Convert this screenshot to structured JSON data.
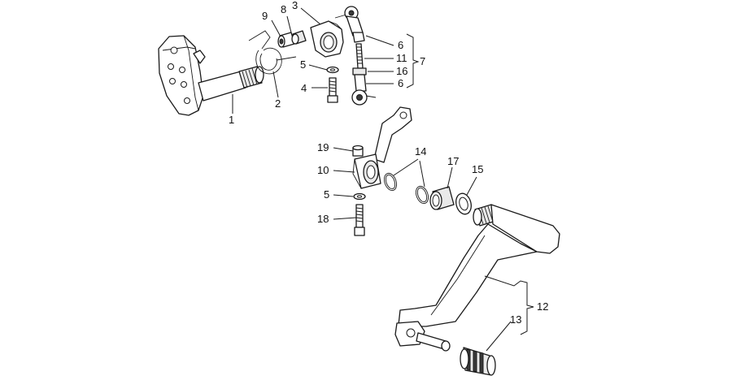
{
  "callouts": [
    {
      "id": "c1",
      "text": "1"
    },
    {
      "id": "c2",
      "text": "2"
    },
    {
      "id": "c3",
      "text": "3"
    },
    {
      "id": "c4",
      "text": "4"
    },
    {
      "id": "c5a",
      "text": "5"
    },
    {
      "id": "c6a",
      "text": "6"
    },
    {
      "id": "c6b",
      "text": "6"
    },
    {
      "id": "c7",
      "text": "7"
    },
    {
      "id": "c8",
      "text": "8"
    },
    {
      "id": "c9",
      "text": "9"
    },
    {
      "id": "c11",
      "text": "11"
    },
    {
      "id": "c16",
      "text": "16"
    },
    {
      "id": "c19",
      "text": "19"
    },
    {
      "id": "c10",
      "text": "10"
    },
    {
      "id": "c14",
      "text": "14"
    },
    {
      "id": "c17",
      "text": "17"
    },
    {
      "id": "c15",
      "text": "15"
    },
    {
      "id": "c5b",
      "text": "5"
    },
    {
      "id": "c18",
      "text": "18"
    },
    {
      "id": "c12",
      "text": "12"
    },
    {
      "id": "c13",
      "text": "13"
    }
  ]
}
